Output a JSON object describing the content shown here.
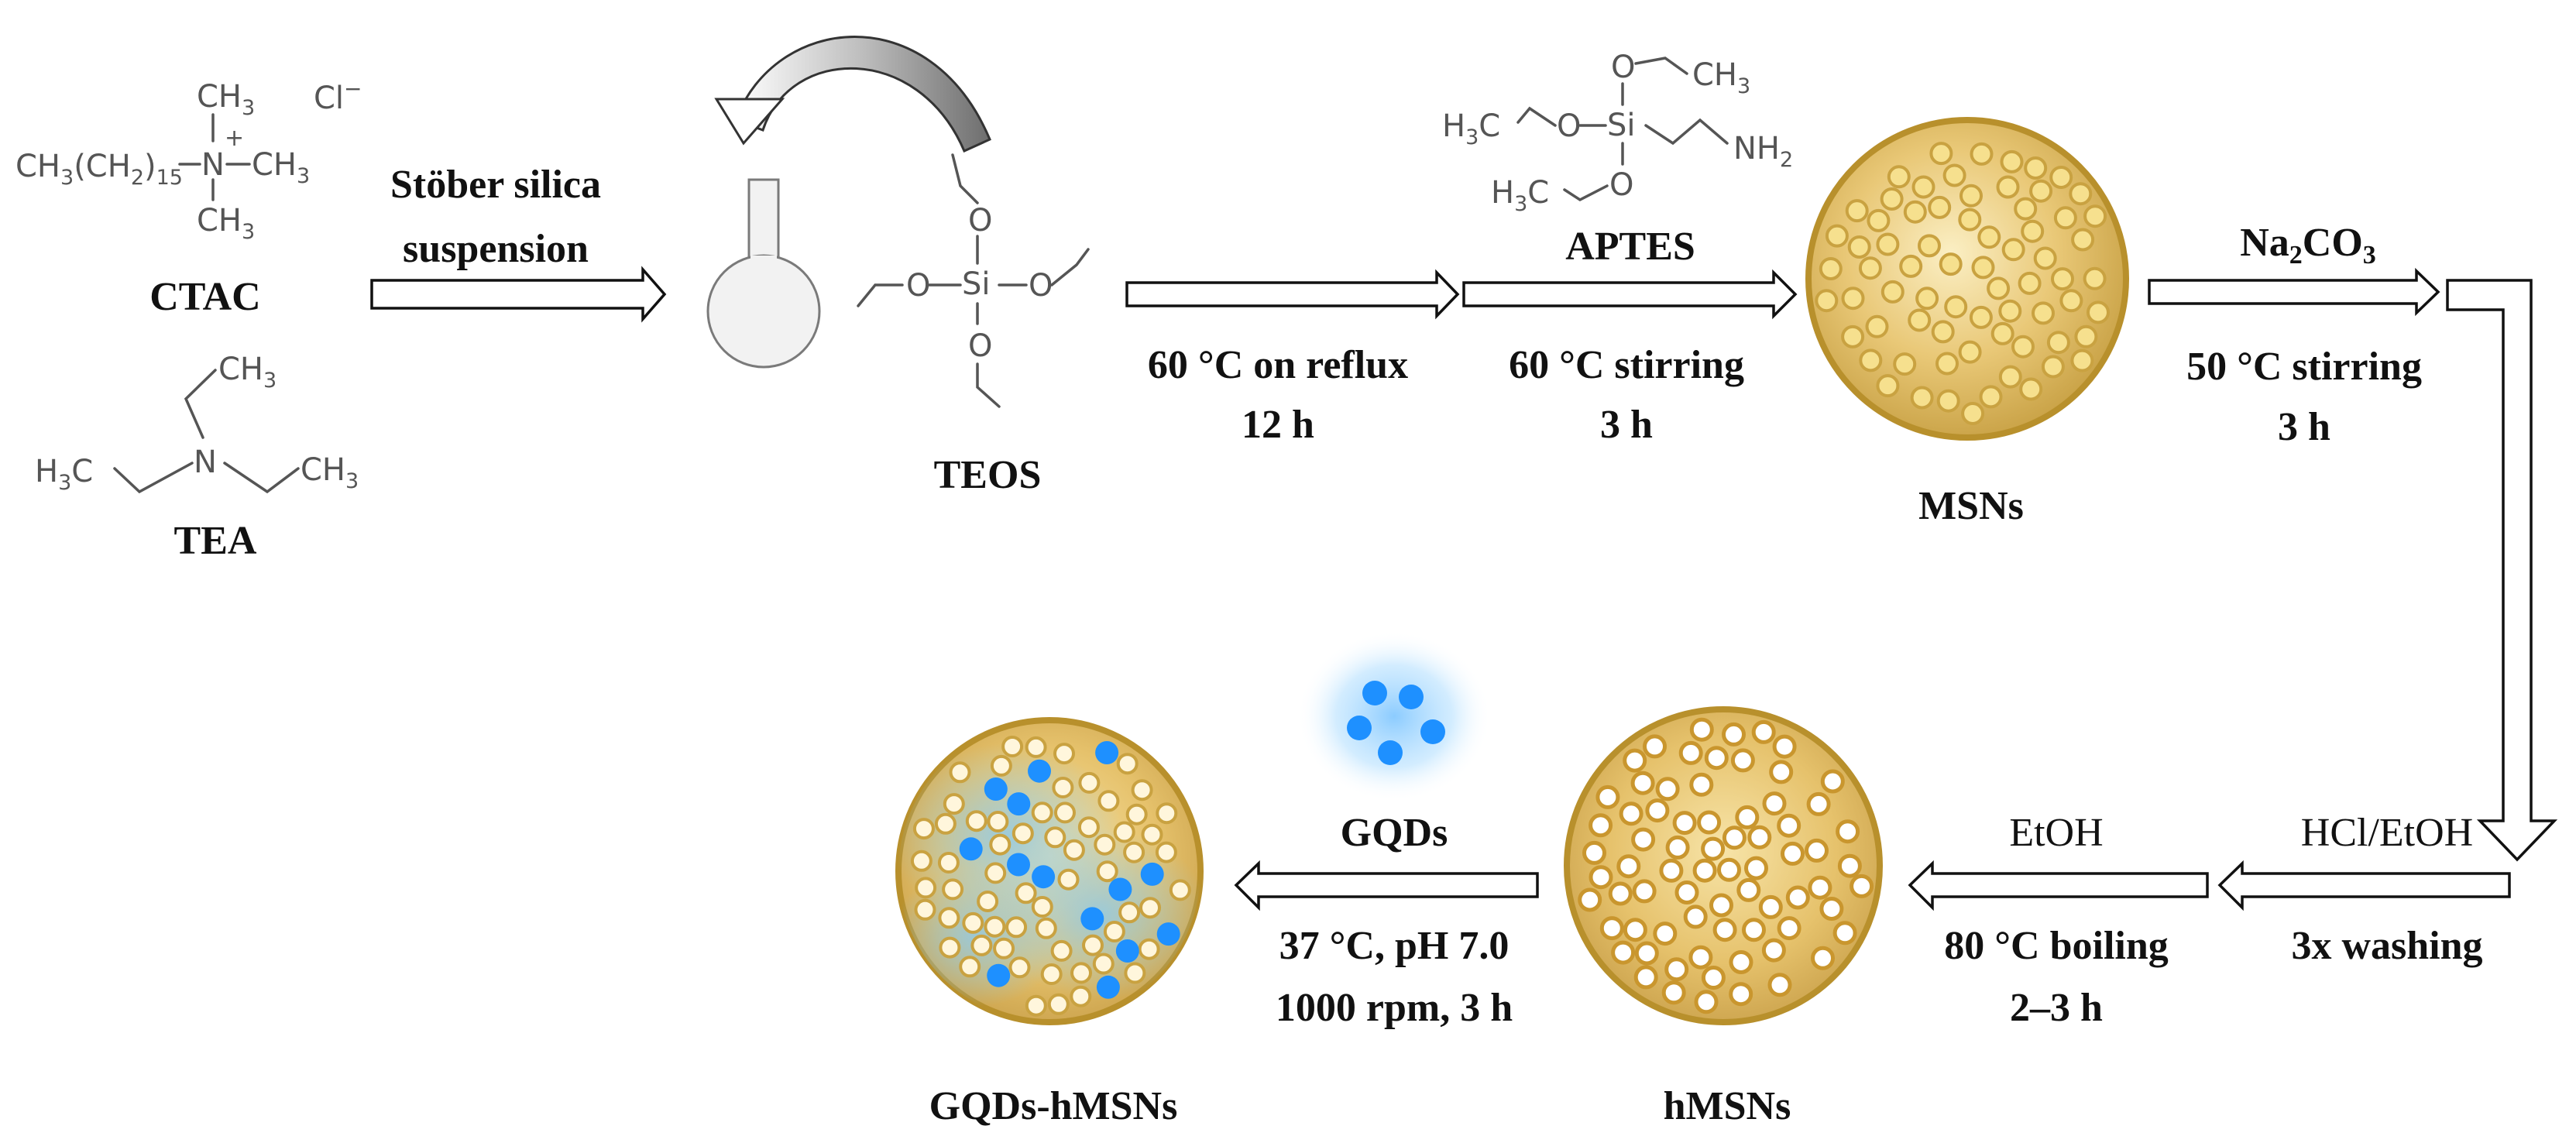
{
  "reagents": {
    "ctac": {
      "label": "CTAC",
      "formula_left_a": "CH",
      "formula_left_b": "(CH",
      "formula_left_c": ")",
      "formula_left_sub3": "3",
      "formula_left_sub2": "2",
      "formula_left_sub15": "15",
      "n_plus": "N",
      "charge": "+",
      "methyl": "CH",
      "methyl_sub": "3",
      "counter_ion": "Cl",
      "counter_charge": "−"
    },
    "tea": {
      "label": "TEA",
      "n": "N",
      "methyl": "CH",
      "methyl_sub": "3",
      "h3c": "H",
      "h3c_sub": "3",
      "h3c_c": "C"
    },
    "teos": {
      "label": "TEOS",
      "si": "Si",
      "o": "O"
    },
    "aptes": {
      "label": "APTES",
      "si": "Si",
      "o": "O",
      "h3c": "H",
      "h3c_sub": "3",
      "h3c_c": "C",
      "ch3": "CH",
      "ch3_sub": "3",
      "nh2": "NH",
      "nh2_sub": "2"
    }
  },
  "steps": {
    "step1": {
      "label_line1": "Stöber  silica",
      "label_line2": "suspension"
    },
    "step2": {
      "cond_line1": "60 °C on reflux",
      "cond_line2": "12 h"
    },
    "step3": {
      "cond_line1": "60 °C stirring",
      "cond_line2": "3 h"
    },
    "step4": {
      "reagent_a": "Na",
      "reagent_sub2": "2",
      "reagent_b": "CO",
      "reagent_sub3": "3",
      "cond_line1": "50 °C stirring",
      "cond_line2": "3 h"
    },
    "step5": {
      "reagent": "HCl/EtOH",
      "cond": "3x washing"
    },
    "step6": {
      "reagent": "EtOH",
      "cond_line1": "80 °C boiling",
      "cond_line2": "2–3 h"
    },
    "step7": {
      "reagent": "GQDs",
      "cond_line1": "37 °C, pH  7.0",
      "cond_line2": "1000 rpm,  3 h"
    }
  },
  "products": {
    "msns": "MSNs",
    "hmsns": "hMSNs",
    "gqds_hmsns": "GQDs-hMSNs"
  },
  "colors": {
    "sphere_fill": "#e7c874",
    "sphere_edge": "#b8902c",
    "pore_gold": "#f6e2a0",
    "gqd_blue": "#1e90ff",
    "gqd_glow": "#9cd6ff",
    "flask": "#f2f2f2"
  }
}
